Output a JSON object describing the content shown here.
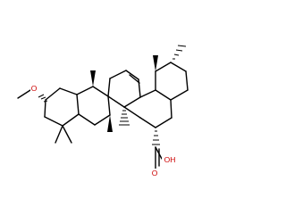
{
  "molecule": {
    "atom_labels": {
      "methoxy": "O",
      "carboxyl_oxygen": "O",
      "hydroxyl": "OH"
    }
  },
  "colors": {
    "carbon_bond": "#000000",
    "heteroatom_oxygen": "#cc0000",
    "background": "#ffffff"
  }
}
